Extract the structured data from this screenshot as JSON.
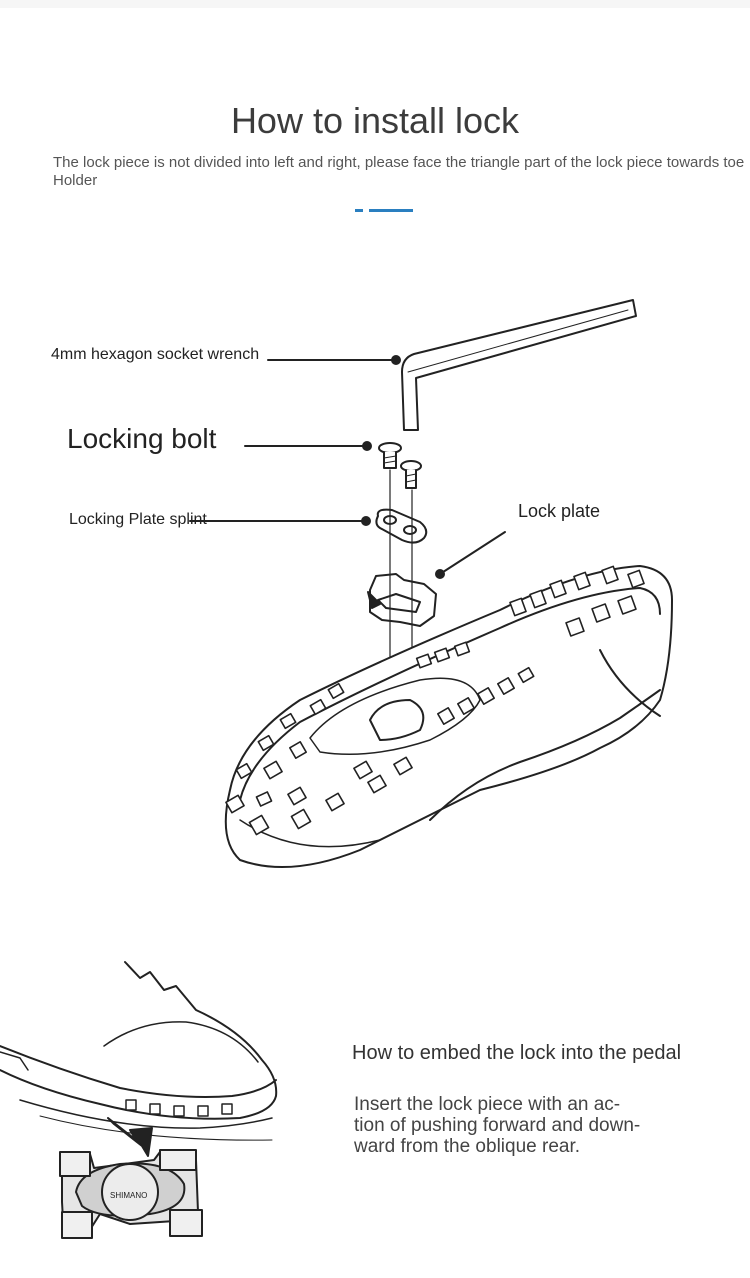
{
  "header": {
    "title": "How to install lock",
    "subtitle": "The lock piece is not divided into left and right, please face the triangle part of the lock piece towards toe Holder"
  },
  "diagram": {
    "labels": {
      "wrench": "4mm hexagon socket wrench",
      "bolt": "Locking bolt",
      "splint": "Locking Plate splint",
      "plate": "Lock plate"
    },
    "pedal_brand": "SHIMANO"
  },
  "embed": {
    "title": "How to embed the lock into the pedal",
    "lines": [
      "Insert the lock piece with an ac-",
      "tion of pushing forward and down-",
      "ward from the oblique rear."
    ]
  },
  "colors": {
    "accent": "#2a7fc0",
    "text": "#3c3c3c",
    "line": "#222222"
  }
}
